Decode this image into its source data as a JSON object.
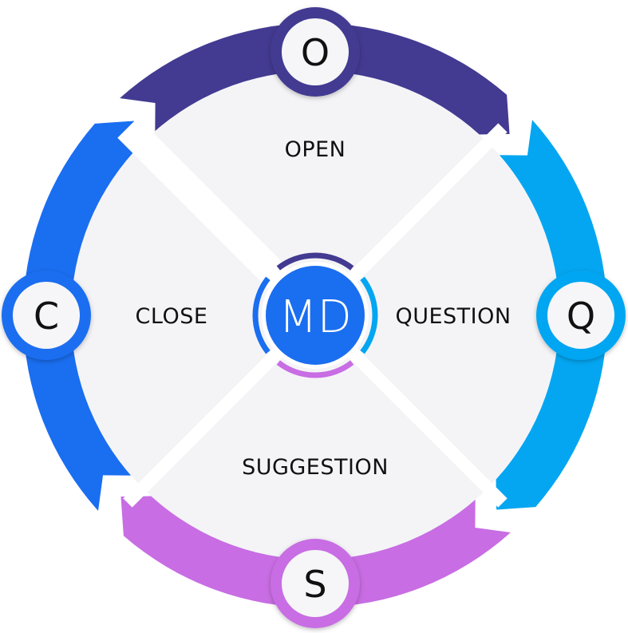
{
  "center": {
    "label": "MD",
    "color": "#1a6ef0"
  },
  "segments": [
    {
      "letter": "O",
      "label": "OPEN",
      "color": "#433a91"
    },
    {
      "letter": "Q",
      "label": "QUESTION",
      "color": "#04a6f1"
    },
    {
      "letter": "S",
      "label": "SUGGESTION",
      "color": "#c86de3"
    },
    {
      "letter": "C",
      "label": "CLOSE",
      "color": "#1a6ef0"
    }
  ],
  "disc_color": "#f4f4f7"
}
